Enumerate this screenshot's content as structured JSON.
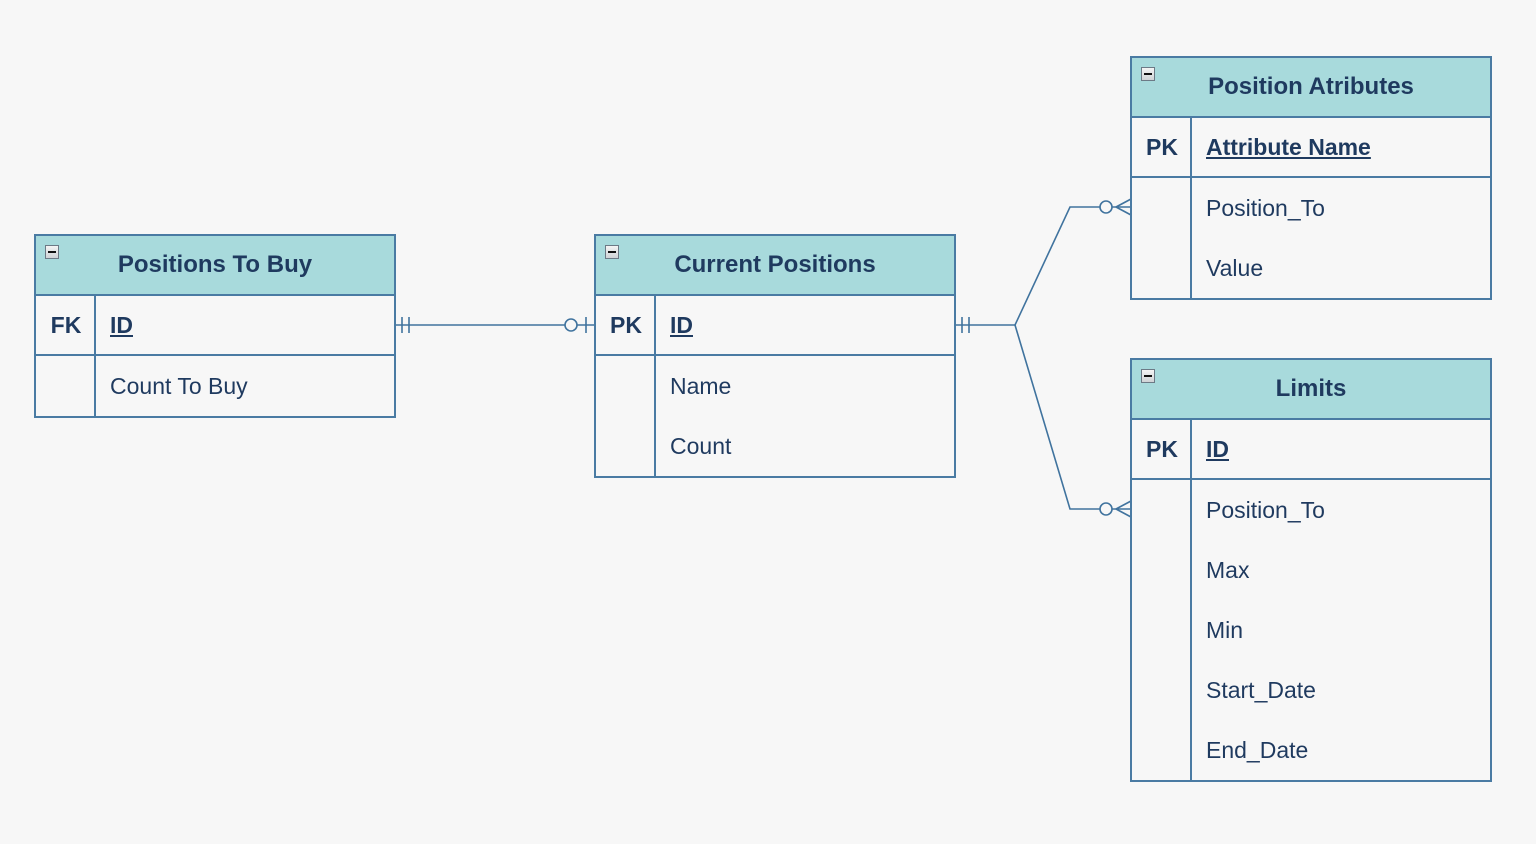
{
  "entities": {
    "positions_to_buy": {
      "title": "Positions To Buy",
      "key_type": "FK",
      "key_field": "ID",
      "attributes": [
        "Count To Buy"
      ]
    },
    "current_positions": {
      "title": "Current Positions",
      "key_type": "PK",
      "key_field": "ID",
      "attributes": [
        "Name",
        "Count"
      ]
    },
    "position_attributes": {
      "title": "Position Atributes",
      "key_type": "PK",
      "key_field": "Attribute Name",
      "attributes": [
        "Position_To",
        "Value"
      ]
    },
    "limits": {
      "title": "Limits",
      "key_type": "PK",
      "key_field": "ID",
      "attributes": [
        "Position_To",
        "Max",
        "Min",
        "Start_Date",
        "End_Date"
      ]
    }
  },
  "relationships": [
    {
      "from": "positions_to_buy",
      "to": "current_positions",
      "from_cardinality": "one-and-only-one",
      "to_cardinality": "zero-or-one"
    },
    {
      "from": "current_positions",
      "to": "position_attributes",
      "from_cardinality": "one-and-only-one",
      "to_cardinality": "zero-or-many"
    },
    {
      "from": "current_positions",
      "to": "limits",
      "from_cardinality": "one-and-only-one",
      "to_cardinality": "zero-or-many"
    }
  ],
  "colors": {
    "header_fill": "#a8dadc",
    "border": "#4a7ba3",
    "text": "#1f3a5f",
    "connector": "#40739e",
    "background": "#f7f7f7"
  }
}
